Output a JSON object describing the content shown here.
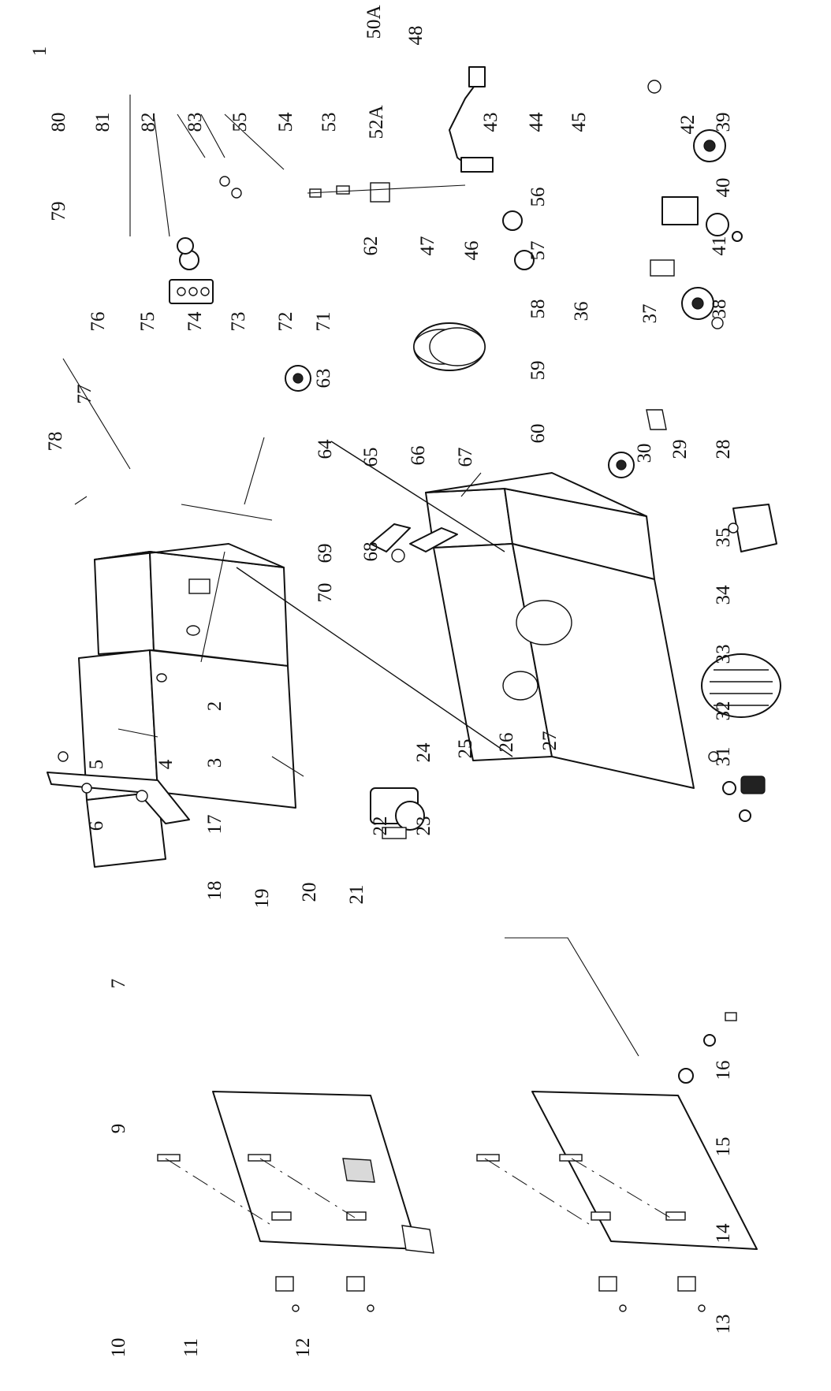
{
  "callouts": [
    {
      "id": "c1",
      "label": "1"
    },
    {
      "id": "c2",
      "label": "2"
    },
    {
      "id": "c3",
      "label": "3"
    },
    {
      "id": "c4",
      "label": "4"
    },
    {
      "id": "c5",
      "label": "5"
    },
    {
      "id": "c6",
      "label": "6"
    },
    {
      "id": "c7",
      "label": "7"
    },
    {
      "id": "c9",
      "label": "9"
    },
    {
      "id": "c10",
      "label": "10"
    },
    {
      "id": "c11",
      "label": "11"
    },
    {
      "id": "c12",
      "label": "12"
    },
    {
      "id": "c13",
      "label": "13"
    },
    {
      "id": "c14",
      "label": "14"
    },
    {
      "id": "c15",
      "label": "15"
    },
    {
      "id": "c16",
      "label": "16"
    },
    {
      "id": "c17",
      "label": "17"
    },
    {
      "id": "c18",
      "label": "18"
    },
    {
      "id": "c19",
      "label": "19"
    },
    {
      "id": "c20",
      "label": "20"
    },
    {
      "id": "c21",
      "label": "21"
    },
    {
      "id": "c22",
      "label": "22"
    },
    {
      "id": "c23",
      "label": "23"
    },
    {
      "id": "c24",
      "label": "24"
    },
    {
      "id": "c25",
      "label": "25"
    },
    {
      "id": "c26",
      "label": "26"
    },
    {
      "id": "c27",
      "label": "27"
    },
    {
      "id": "c28",
      "label": "28"
    },
    {
      "id": "c29",
      "label": "29"
    },
    {
      "id": "c30",
      "label": "30"
    },
    {
      "id": "c31",
      "label": "31"
    },
    {
      "id": "c32",
      "label": "32"
    },
    {
      "id": "c33",
      "label": "33"
    },
    {
      "id": "c34",
      "label": "34"
    },
    {
      "id": "c35",
      "label": "35"
    },
    {
      "id": "c36",
      "label": "36"
    },
    {
      "id": "c37",
      "label": "37"
    },
    {
      "id": "c38",
      "label": "38"
    },
    {
      "id": "c39",
      "label": "39"
    },
    {
      "id": "c40",
      "label": "40"
    },
    {
      "id": "c41",
      "label": "41"
    },
    {
      "id": "c42",
      "label": "42"
    },
    {
      "id": "c43",
      "label": "43"
    },
    {
      "id": "c44",
      "label": "44"
    },
    {
      "id": "c45",
      "label": "45"
    },
    {
      "id": "c46",
      "label": "46"
    },
    {
      "id": "c47",
      "label": "47"
    },
    {
      "id": "c48",
      "label": "48"
    },
    {
      "id": "c50A",
      "label": "50A"
    },
    {
      "id": "c52A",
      "label": "52A"
    },
    {
      "id": "c53",
      "label": "53"
    },
    {
      "id": "c54",
      "label": "54"
    },
    {
      "id": "c55",
      "label": "55"
    },
    {
      "id": "c56",
      "label": "56"
    },
    {
      "id": "c57",
      "label": "57"
    },
    {
      "id": "c58",
      "label": "58"
    },
    {
      "id": "c59",
      "label": "59"
    },
    {
      "id": "c60",
      "label": "60"
    },
    {
      "id": "c62",
      "label": "62"
    },
    {
      "id": "c63",
      "label": "63"
    },
    {
      "id": "c64",
      "label": "64"
    },
    {
      "id": "c65",
      "label": "65"
    },
    {
      "id": "c66",
      "label": "66"
    },
    {
      "id": "c67",
      "label": "67"
    },
    {
      "id": "c68",
      "label": "68"
    },
    {
      "id": "c69",
      "label": "69"
    },
    {
      "id": "c70",
      "label": "70"
    },
    {
      "id": "c71",
      "label": "71"
    },
    {
      "id": "c72",
      "label": "72"
    },
    {
      "id": "c73",
      "label": "73"
    },
    {
      "id": "c74",
      "label": "74"
    },
    {
      "id": "c75",
      "label": "75"
    },
    {
      "id": "c76",
      "label": "76"
    },
    {
      "id": "c77",
      "label": "77"
    },
    {
      "id": "c78",
      "label": "78"
    },
    {
      "id": "c79",
      "label": "79"
    },
    {
      "id": "c80",
      "label": "80"
    },
    {
      "id": "c81",
      "label": "81"
    },
    {
      "id": "c82",
      "label": "82"
    },
    {
      "id": "c83",
      "label": "83"
    }
  ]
}
